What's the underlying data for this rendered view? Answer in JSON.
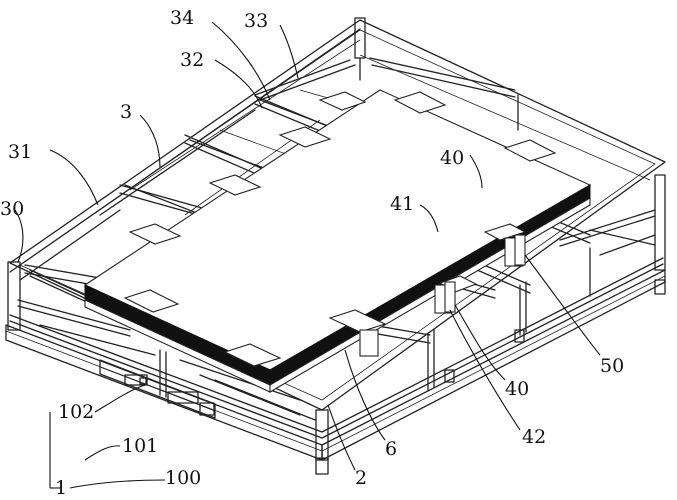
{
  "labels": {
    "l34": "34",
    "l33": "33",
    "l32": "32",
    "l3": "3",
    "l31": "31",
    "l30": "30",
    "l40a": "40",
    "l41": "41",
    "l50": "50",
    "l40b": "40",
    "l42": "42",
    "l6": "6",
    "l2": "2",
    "l102": "102",
    "l101": "101",
    "l100": "100",
    "l1": "1"
  }
}
